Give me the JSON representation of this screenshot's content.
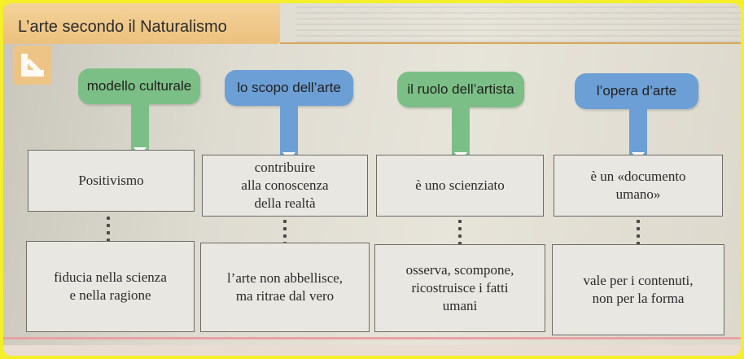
{
  "title": "L’arte secondo il Naturalismo",
  "icons": {
    "badge": "arrow-down-left-icon",
    "pointer": "triangle-down-icon"
  },
  "colors": {
    "green": "#7cbf86",
    "blue": "#6c9fd5",
    "tab": "#ecc17e"
  },
  "columns": [
    {
      "header": "modello culturale",
      "color": "green",
      "top": "Positivismo",
      "bottom": "fiducia nella scienza\ne nella ragione"
    },
    {
      "header": "lo scopo dell’arte",
      "color": "blue",
      "top": "contribuire\nalla conoscenza\ndella realtà",
      "bottom": "l’arte non abbellisce,\nma ritrae dal vero"
    },
    {
      "header": "il ruolo dell’artista",
      "color": "green",
      "top": "è uno scienziato",
      "bottom": "osserva, scompone,\nricostruisce i fatti\numani"
    },
    {
      "header": "l’opera d’arte",
      "color": "blue",
      "top": "è un «documento\numano»",
      "bottom": "vale per i contenuti,\nnon per la forma"
    }
  ]
}
